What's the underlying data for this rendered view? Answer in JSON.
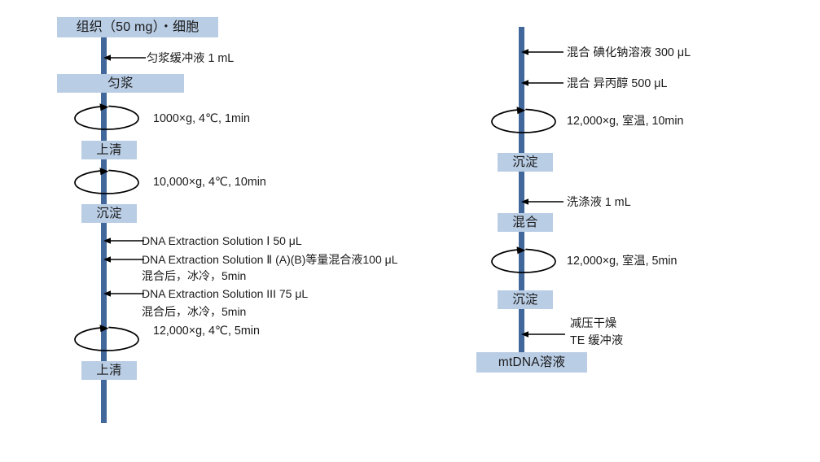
{
  "diagram": {
    "title_text": "mtDNA extraction flowchart",
    "colors": {
      "stage_fill": "#b9cde5",
      "spine": "#41679b",
      "arrow": "#000000",
      "text": "#1a1a1a",
      "background": "#ffffff"
    },
    "columns": [
      {
        "id": "left-column",
        "stages": [
          {
            "id": "tissue-cells",
            "label": "组织（50 mg）・细胞"
          },
          {
            "id": "homogenate",
            "label": "匀浆"
          },
          {
            "id": "supernatant-1",
            "label": "上清"
          },
          {
            "id": "pellet-1",
            "label": "沉淀"
          },
          {
            "id": "supernatant-2",
            "label": "上清"
          }
        ],
        "reagents": [
          {
            "id": "homogenization-buffer",
            "label": "匀浆缓冲液 1 mL"
          },
          {
            "id": "dna-extraction-solution-1",
            "label": "DNA Extraction Solution Ⅰ 50 μL"
          },
          {
            "id": "dna-extraction-solution-2",
            "label": "DNA Extraction Solution Ⅱ (A)(B)等量混合液100 μL"
          },
          {
            "id": "dna-extraction-solution-3",
            "label": "DNA Extraction Solution III 75 μL"
          }
        ],
        "plain_notes": [
          {
            "id": "mix-ice-5min-a",
            "label": "混合后，冰冷，5min"
          },
          {
            "id": "mix-ice-5min-b",
            "label": "混合后，冰冷，5min"
          }
        ],
        "centrifuge_steps": [
          {
            "id": "spin-1000g",
            "label": "1000×g, 4℃, 1min"
          },
          {
            "id": "spin-10000g",
            "label": "10,000×g, 4℃, 10min"
          },
          {
            "id": "spin-12000g-left",
            "label": "12,000×g, 4℃, 5min"
          }
        ]
      },
      {
        "id": "right-column",
        "stages": [
          {
            "id": "pellet-2",
            "label": "沉淀"
          },
          {
            "id": "mix",
            "label": "混合"
          },
          {
            "id": "pellet-3",
            "label": "沉淀"
          },
          {
            "id": "mtdna-solution",
            "label": "mtDNA溶液"
          }
        ],
        "reagents": [
          {
            "id": "sodium-iodide-solution",
            "label": "混合 碘化钠溶液 300 μL"
          },
          {
            "id": "isopropanol",
            "label": "混合 异丙醇 500 μL"
          },
          {
            "id": "wash-solution",
            "label": "洗涤液 1 mL"
          },
          {
            "id": "te-buffer",
            "label": "TE 缓冲液"
          }
        ],
        "plain_notes": [
          {
            "id": "vacuum-dry",
            "label": "减压干燥"
          }
        ],
        "centrifuge_steps": [
          {
            "id": "spin-12000g-rt-10min",
            "label": "12,000×g, 室温, 10min"
          },
          {
            "id": "spin-12000g-rt-5min",
            "label": "12,000×g, 室温, 5min"
          }
        ]
      }
    ]
  }
}
